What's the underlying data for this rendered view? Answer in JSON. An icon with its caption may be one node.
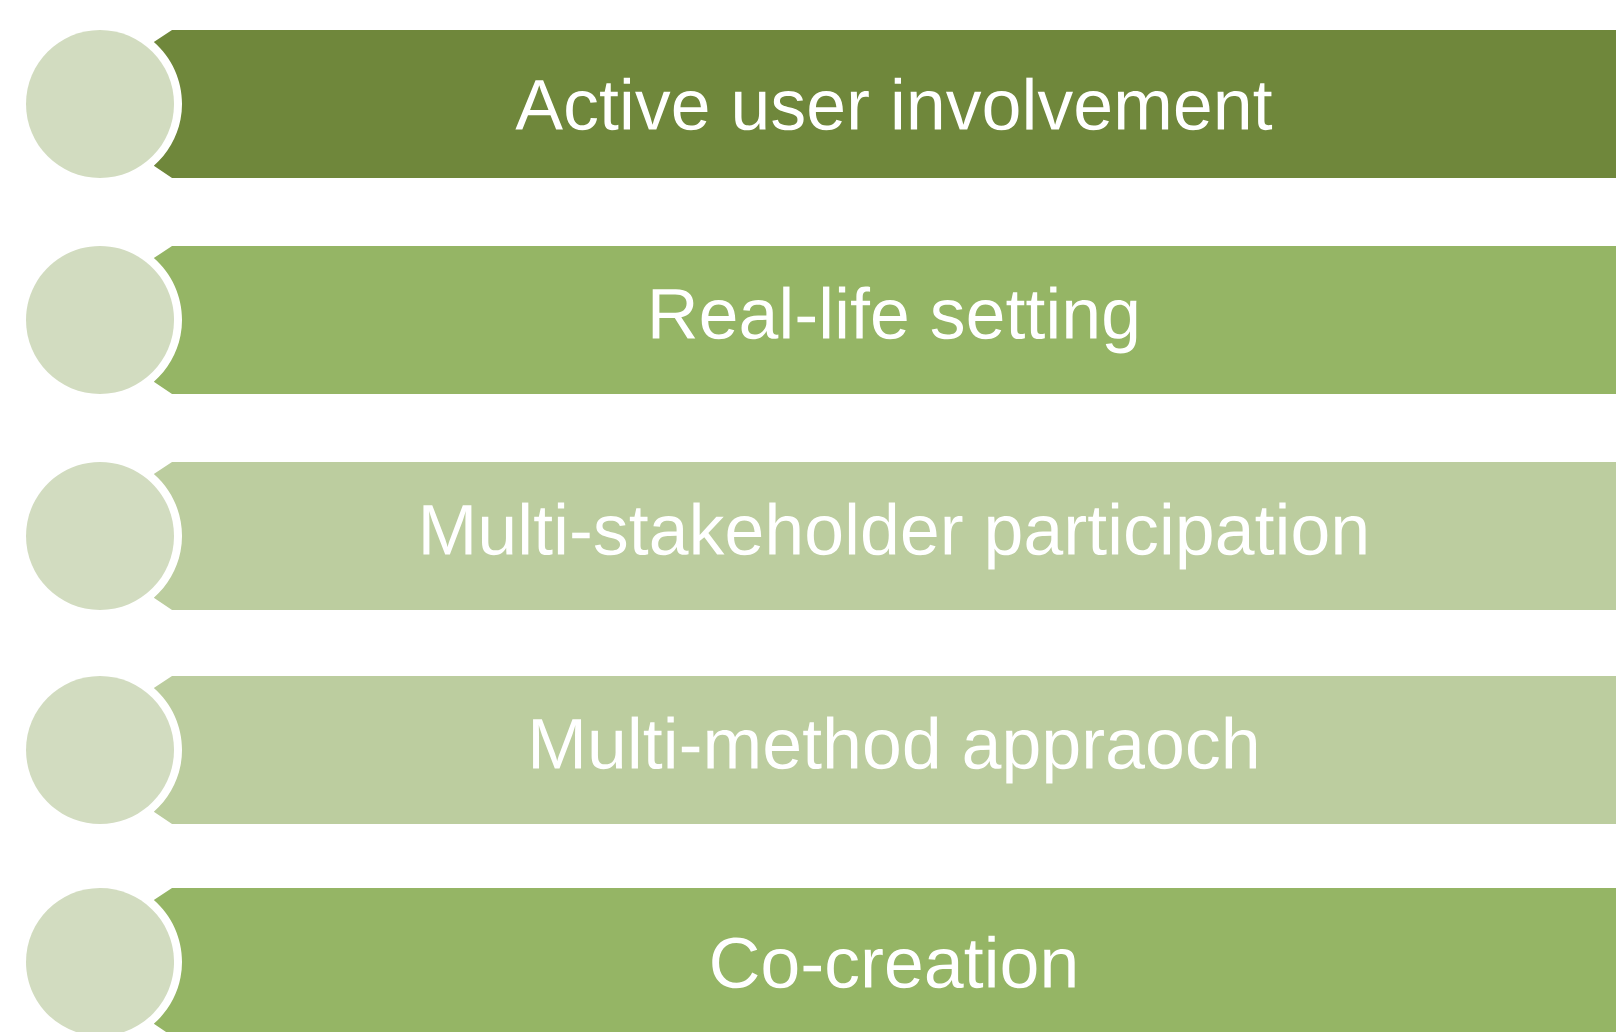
{
  "diagram": {
    "nodes": [
      {
        "text": [],
        "shape": "circle"
      },
      {
        "text": [
          "Active user involvement"
        ]
      },
      {
        "text": [],
        "shape": "circle"
      },
      {
        "text": [
          "Real-life setting"
        ]
      },
      {
        "text": [],
        "shape": "circle"
      },
      {
        "text": [
          "Multi-stakeholder participation"
        ]
      },
      {
        "text": [],
        "shape": "circle"
      },
      {
        "text": [
          "Multi-method appraoch"
        ]
      },
      {
        "text": [],
        "shape": "circle"
      },
      {
        "text": [
          "Co-creation"
        ]
      }
    ]
  }
}
